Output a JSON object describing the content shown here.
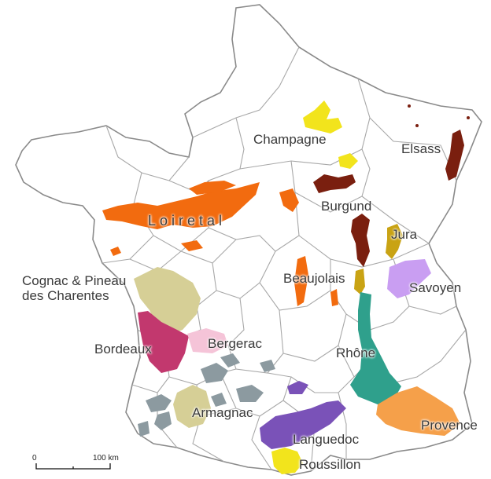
{
  "map": {
    "regions": [
      {
        "id": "champagne",
        "label": "Champagne",
        "color": "#f2e41c"
      },
      {
        "id": "elsass",
        "label": "Elsass",
        "color": "#7a1f0f"
      },
      {
        "id": "loire",
        "label": "Loiretal",
        "color": "#f26b0f"
      },
      {
        "id": "burgund",
        "label": "Burgund",
        "color": "#7a1f0f"
      },
      {
        "id": "jura",
        "label": "Jura",
        "color": "#c9a314"
      },
      {
        "id": "beaujolais",
        "label": "Beaujolais",
        "color": "#f26b0f"
      },
      {
        "id": "savoyen",
        "label": "Savoyen",
        "color": "#c99ef2"
      },
      {
        "id": "cognac",
        "label": "Cognac & Pineau\ndes Charentes",
        "color": "#d6cf96"
      },
      {
        "id": "bordeaux",
        "label": "Bordeaux",
        "color": "#c2386e"
      },
      {
        "id": "bergerac",
        "label": "Bergerac",
        "color": "#f5c4d8"
      },
      {
        "id": "rhone",
        "label": "Rhône",
        "color": "#2fa08c"
      },
      {
        "id": "armagnac",
        "label": "Armagnac",
        "color": "#d6cf96"
      },
      {
        "id": "southwest",
        "label": "",
        "color": "#8c9aa0"
      },
      {
        "id": "provence",
        "label": "Provence",
        "color": "#f5a04a"
      },
      {
        "id": "languedoc",
        "label": "Languedoc",
        "color": "#7a52b8"
      },
      {
        "id": "roussillon",
        "label": "Roussillon",
        "color": "#f2e41c"
      }
    ],
    "scale": {
      "start": "0",
      "end": "100 km"
    },
    "border_color": "#9a9a9a",
    "land_color": "#ffffff"
  }
}
